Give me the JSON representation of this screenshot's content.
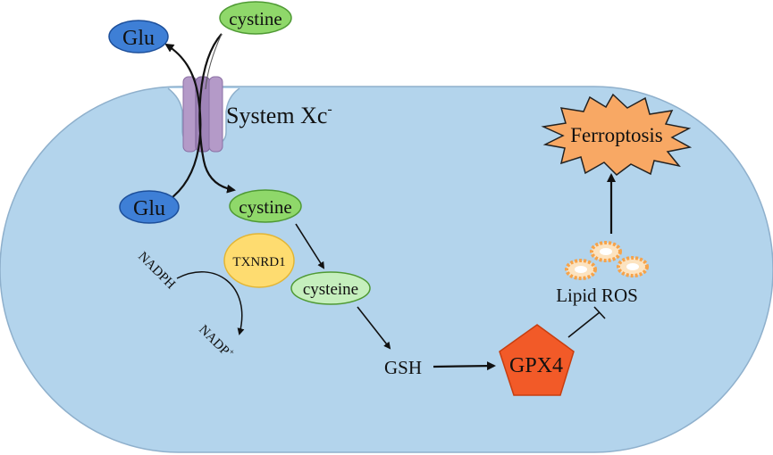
{
  "labels": {
    "glu_outside": "Glu",
    "cystine_outside": "cystine",
    "system_xc": "System Xc",
    "system_xc_sup": "-",
    "glu_inside": "Glu",
    "cystine_inside": "cystine",
    "txnrd1": "TXNRD1",
    "nadph": "NADPH",
    "nadp": "NADP",
    "nadp_sup": "+",
    "cysteine": "cysteine",
    "gsh": "GSH",
    "gpx4": "GPX4",
    "lipid_ros": "Lipid ROS",
    "ferroptosis": "Ferroptosis"
  },
  "colors": {
    "cell_fill": "#b3d4ec",
    "cell_stroke": "#8fb0cc",
    "glu_fill": "#3e7fd6",
    "cystine_fill": "#8fd86a",
    "cysteine_fill": "#c5efbd",
    "txnrd1_fill": "#fedc70",
    "gpx4_fill": "#f25a28",
    "ferroptosis_fill": "#f8a864",
    "transporter_fill": "#b49ac8",
    "ros_ring": "#f6a34a"
  },
  "icons": [
    "transporter-channel-icon",
    "lipid-ros-droplet-icon",
    "ferroptosis-burst-icon"
  ]
}
